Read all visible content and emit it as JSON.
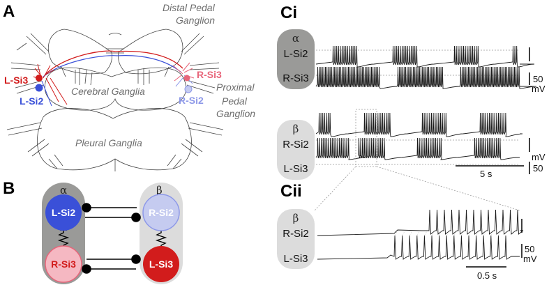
{
  "panels": {
    "a": "A",
    "b": "B",
    "ci": "Ci",
    "cii": "Cii"
  },
  "ganglia": {
    "distal_pedal": [
      "Distal Pedal",
      "Ganglion"
    ],
    "cerebral": "Cerebral Ganglia",
    "proximal_pedal": [
      "Proximal",
      "Pedal",
      "Ganglion"
    ],
    "pleural": "Pleural Ganglia"
  },
  "neurons": {
    "l_si3": "L-Si3",
    "l_si2": "L-Si2",
    "r_si3": "R-Si3",
    "r_si2": "R-Si2"
  },
  "circuit": {
    "alpha": "α",
    "beta": "β",
    "top_left": "L-Si2",
    "top_right": "R-Si2",
    "bottom_left": "R-Si3",
    "bottom_right": "L-Si3"
  },
  "traces": {
    "ci_alpha": {
      "group": "α",
      "top": "L-Si2",
      "bottom": "R-Si3"
    },
    "ci_beta": {
      "group": "β",
      "top": "R-Si2",
      "bottom": "L-Si3"
    },
    "cii_beta": {
      "group": "β",
      "top": "R-Si2",
      "bottom": "L-Si3"
    }
  },
  "scalebars": {
    "mv_value": "50",
    "mv_unit": "mV",
    "ci_time": "5 s",
    "cii_time": "0.5 s"
  },
  "colors": {
    "l_si2": "#3a50d8",
    "r_si2": "#8d98e8",
    "l_si3": "#d21c1c",
    "r_si3": "#e8657a",
    "alpha_box": "#9a9a98",
    "beta_box": "#dcdcdc"
  }
}
